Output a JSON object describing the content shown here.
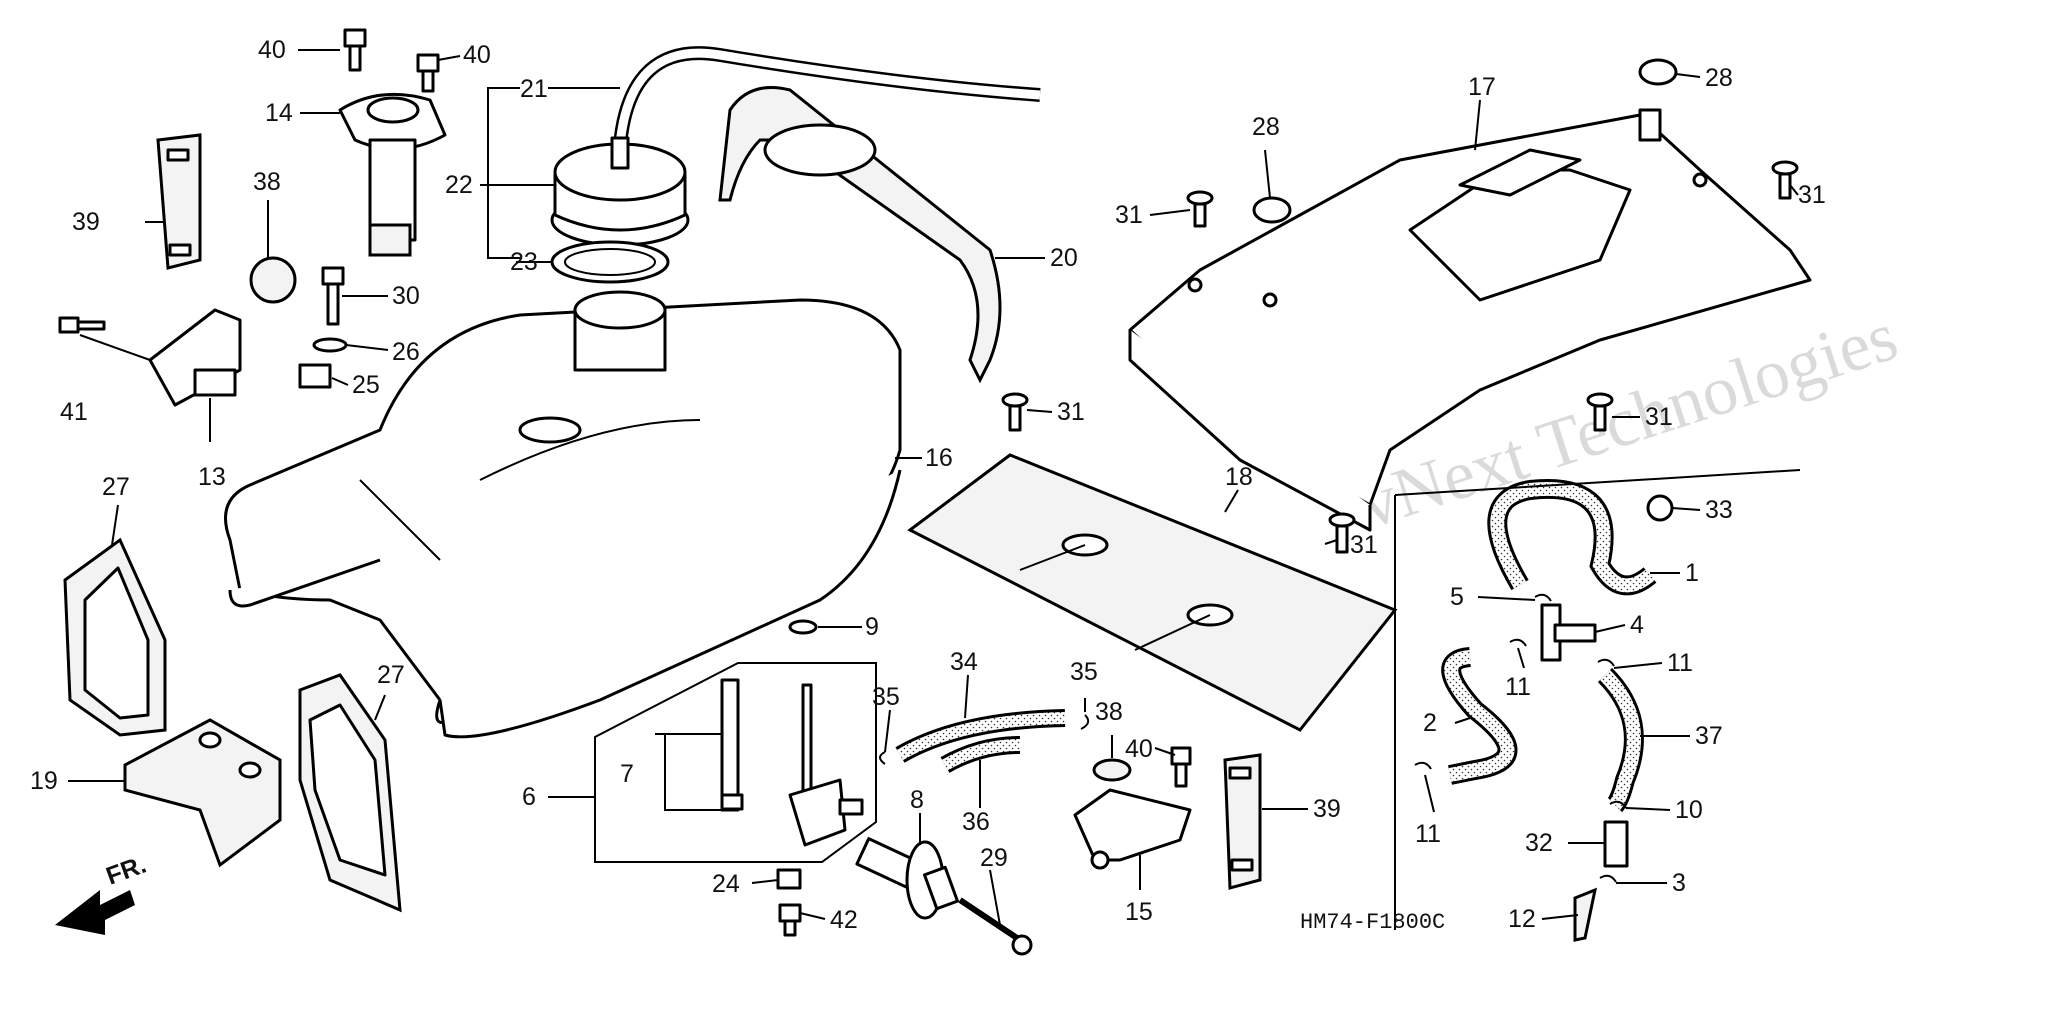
{
  "figure_code": "HM74-F1800C",
  "direction_label": "FR.",
  "watermarks": [
    "vNext Technologies",
    "vNext Technologies"
  ],
  "callouts": [
    "40",
    "40",
    "14",
    "39",
    "38",
    "41",
    "13",
    "30",
    "26",
    "25",
    "21",
    "22",
    "23",
    "20",
    "16",
    "27",
    "27",
    "19",
    "9",
    "6",
    "7",
    "35",
    "34",
    "36",
    "35",
    "38",
    "40",
    "8",
    "24",
    "42",
    "29",
    "15",
    "39",
    "17",
    "28",
    "28",
    "31",
    "31",
    "31",
    "31",
    "31",
    "18",
    "33",
    "1",
    "5",
    "4",
    "11",
    "11",
    "2",
    "37",
    "11",
    "10",
    "32",
    "3",
    "12"
  ]
}
